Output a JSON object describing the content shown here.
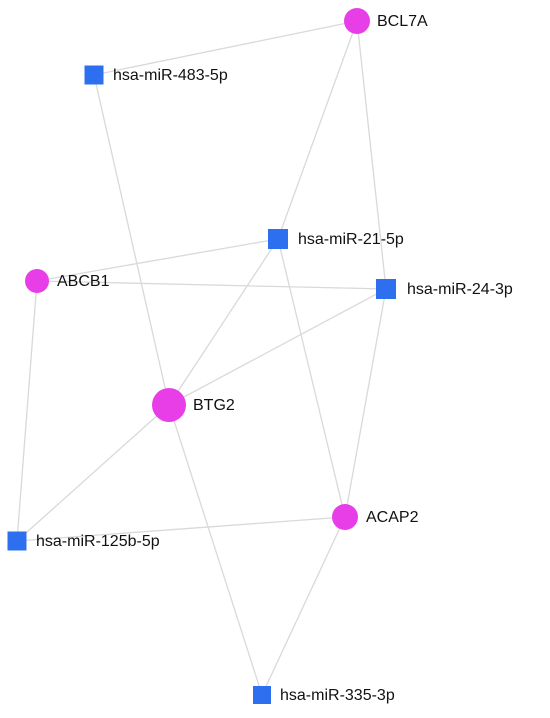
{
  "network": {
    "colors": {
      "gene": "#e83ee8",
      "mirna": "#2e6ff0",
      "edge": "#d9d9d9"
    },
    "nodes": [
      {
        "id": "BCL7A",
        "label": "BCL7A",
        "kind": "gene"
      },
      {
        "id": "hsa-miR-483-5p",
        "label": "hsa-miR-483-5p",
        "kind": "mirna"
      },
      {
        "id": "hsa-miR-21-5p",
        "label": "hsa-miR-21-5p",
        "kind": "mirna"
      },
      {
        "id": "ABCB1",
        "label": "ABCB1",
        "kind": "gene"
      },
      {
        "id": "hsa-miR-24-3p",
        "label": "hsa-miR-24-3p",
        "kind": "mirna"
      },
      {
        "id": "BTG2",
        "label": "BTG2",
        "kind": "gene"
      },
      {
        "id": "ACAP2",
        "label": "ACAP2",
        "kind": "gene"
      },
      {
        "id": "hsa-miR-125b-5p",
        "label": "hsa-miR-125b-5p",
        "kind": "mirna"
      },
      {
        "id": "hsa-miR-335-3p",
        "label": "hsa-miR-335-3p",
        "kind": "mirna"
      }
    ],
    "edges": [
      [
        "BCL7A",
        "hsa-miR-483-5p"
      ],
      [
        "BCL7A",
        "hsa-miR-21-5p"
      ],
      [
        "BCL7A",
        "hsa-miR-24-3p"
      ],
      [
        "hsa-miR-483-5p",
        "BTG2"
      ],
      [
        "hsa-miR-21-5p",
        "ABCB1"
      ],
      [
        "hsa-miR-21-5p",
        "BTG2"
      ],
      [
        "hsa-miR-21-5p",
        "ACAP2"
      ],
      [
        "ABCB1",
        "hsa-miR-24-3p"
      ],
      [
        "ABCB1",
        "hsa-miR-125b-5p"
      ],
      [
        "hsa-miR-24-3p",
        "BTG2"
      ],
      [
        "hsa-miR-24-3p",
        "ACAP2"
      ],
      [
        "BTG2",
        "hsa-miR-125b-5p"
      ],
      [
        "BTG2",
        "hsa-miR-335-3p"
      ],
      [
        "ACAP2",
        "hsa-miR-125b-5p"
      ],
      [
        "ACAP2",
        "hsa-miR-335-3p"
      ]
    ]
  }
}
